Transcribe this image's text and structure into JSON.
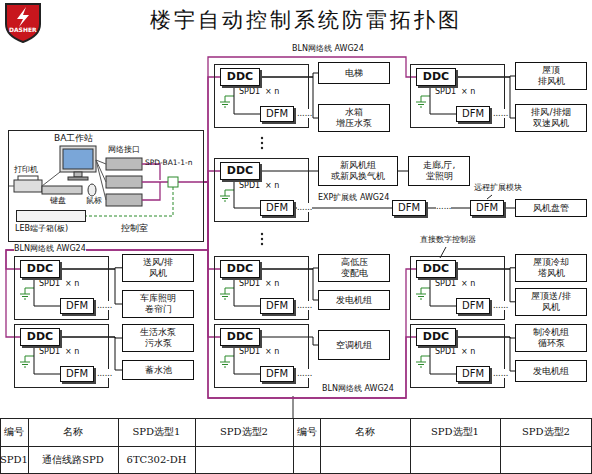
{
  "diagram": {
    "title": "楼宇自动控制系统防雷拓扑图",
    "nodes": [
      {
        "text": [
          "控制室"
        ]
      },
      {
        "text": [
          "LEB端子箱(板)"
        ],
        "in": 0
      },
      {
        "text": [
          "SPD1",
          "× n",
          "......"
        ]
      },
      {
        "text": [
          "DDC"
        ],
        "in": 2
      },
      {
        "text": [
          "DFM"
        ],
        "in": 2
      },
      {
        "text": [
          "电梯"
        ]
      },
      {
        "text": [
          "水箱 增压水泵"
        ]
      },
      {
        "text": [
          "SPD1",
          "× n",
          "......"
        ]
      },
      {
        "text": [
          "DDC"
        ],
        "in": 7
      },
      {
        "text": [
          "DFM"
        ],
        "in": 7
      },
      {
        "text": [
          "屋顶 排风机"
        ]
      },
      {
        "text": [
          "排风/排烟 双速风机"
        ]
      },
      {
        "text": [
          "SPD1",
          "× n",
          "......"
        ]
      },
      {
        "text": [
          "DDC"
        ],
        "in": 12
      },
      {
        "text": [
          "DFM"
        ],
        "in": 12
      },
      {
        "text": [
          "新风机组 或新风换气机"
        ]
      },
      {
        "text": [
          "走廊,厅, 堂照明"
        ]
      },
      {
        "text": [
          "DFM"
        ]
      },
      {
        "text": [
          "DFM"
        ]
      },
      {
        "text": [
          "风机盘管"
        ]
      },
      {
        "text": [
          "SPD1",
          "× n",
          "......"
        ]
      },
      {
        "text": [
          "DDC"
        ],
        "in": 20
      },
      {
        "text": [
          "DFM"
        ],
        "in": 20
      },
      {
        "text": [
          "送风/排 风机"
        ]
      },
      {
        "text": [
          "车库照明 卷帘门"
        ]
      },
      {
        "text": [
          "SPD1",
          "× n",
          "......"
        ]
      },
      {
        "text": [
          "DDC"
        ],
        "in": 25
      },
      {
        "text": [
          "DFM"
        ],
        "in": 25
      },
      {
        "text": [
          "生活水泵 污水泵"
        ]
      },
      {
        "text": [
          "蓄水池"
        ]
      },
      {
        "text": [
          "SPD1",
          "× n",
          "......"
        ]
      },
      {
        "text": [
          "DDC"
        ],
        "in": 30
      },
      {
        "text": [
          "DFM"
        ],
        "in": 30
      },
      {
        "text": [
          "高低压 变配电"
        ]
      },
      {
        "text": [
          "发电机组"
        ]
      },
      {
        "text": [
          "SPD1",
          "× n",
          "......"
        ]
      },
      {
        "text": [
          "DDC"
        ],
        "in": 35
      },
      {
        "text": [
          "DFM"
        ],
        "in": 35
      },
      {
        "text": [
          "空调机组"
        ]
      },
      {
        "text": [
          "SPD1",
          "× n",
          "......"
        ]
      },
      {
        "text": [
          "DDC"
        ],
        "in": 39
      },
      {
        "text": [
          "DFM"
        ],
        "in": 39
      },
      {
        "text": [
          "屋顶冷却 塔风机"
        ]
      },
      {
        "text": [
          "屋顶送/排 风机"
        ]
      },
      {
        "text": [
          "SPD1",
          "× n",
          "......"
        ]
      },
      {
        "text": [
          "DDC"
        ],
        "in": 44
      },
      {
        "text": [
          "DFM"
        ],
        "in": 44
      },
      {
        "text": [
          "制冷机组 循环泵"
        ]
      },
      {
        "text": [
          "发电机组"
        ]
      }
    ],
    "edges": [
      {
        "from": 0,
        "to": 3,
        "arrow": "none"
      },
      {
        "from": 0,
        "to": 8,
        "arrow": "none"
      },
      {
        "from": 0,
        "to": 13,
        "arrow": "none"
      },
      {
        "from": 0,
        "to": 21,
        "arrow": "none"
      },
      {
        "from": 0,
        "to": 26,
        "arrow": "none"
      },
      {
        "from": 0,
        "to": 31,
        "arrow": "none"
      },
      {
        "from": 0,
        "to": 36,
        "arrow": "none"
      },
      {
        "from": 0,
        "to": 40,
        "arrow": "none"
      },
      {
        "from": 0,
        "to": 45,
        "arrow": "none"
      },
      {
        "from": 3,
        "to": 4,
        "arrow": "none"
      },
      {
        "from": 3,
        "to": 5,
        "arrow": "none"
      },
      {
        "from": 3,
        "to": 6,
        "arrow": "none"
      },
      {
        "from": 8,
        "to": 9,
        "arrow": "none"
      },
      {
        "from": 8,
        "to": 10,
        "arrow": "none"
      },
      {
        "from": 8,
        "to": 11,
        "arrow": "none"
      },
      {
        "from": 13,
        "to": 14,
        "arrow": "none"
      },
      {
        "from": 13,
        "to": 15,
        "arrow": "none"
      },
      {
        "from": 15,
        "to": 16,
        "arrow": "none"
      },
      {
        "from": 14,
        "to": 17,
        "label": "EXP扩展线 AWG24",
        "arrow": "none"
      },
      {
        "from": 17,
        "to": 18,
        "arrow": "none"
      },
      {
        "from": 18,
        "to": 19,
        "arrow": "none"
      },
      {
        "from": 21,
        "to": 22,
        "arrow": "none"
      },
      {
        "from": 21,
        "to": 23,
        "arrow": "none"
      },
      {
        "from": 21,
        "to": 24,
        "arrow": "none"
      },
      {
        "from": 26,
        "to": 27,
        "arrow": "none"
      },
      {
        "from": 26,
        "to": 28,
        "arrow": "none"
      },
      {
        "from": 26,
        "to": 29,
        "arrow": "none"
      },
      {
        "from": 31,
        "to": 32,
        "arrow": "none"
      },
      {
        "from": 31,
        "to": 33,
        "arrow": "none"
      },
      {
        "from": 31,
        "to": 34,
        "arrow": "none"
      },
      {
        "from": 36,
        "to": 37,
        "arrow": "none"
      },
      {
        "from": 36,
        "to": 38,
        "arrow": "none"
      },
      {
        "from": 40,
        "to": 41,
        "arrow": "none"
      },
      {
        "from": 40,
        "to": 42,
        "arrow": "none"
      },
      {
        "from": 40,
        "to": 43,
        "arrow": "none"
      },
      {
        "from": 45,
        "to": 46,
        "arrow": "none"
      },
      {
        "from": 45,
        "to": 47,
        "arrow": "none"
      },
      {
        "from": 45,
        "to": 48,
        "arrow": "none"
      }
    ],
    "labels": [
      "DASHER",
      "BA工作站",
      "网络接口",
      "SPD-BA1-1-n",
      "打印机",
      "键盘",
      "鼠标",
      "BLN网络线 AWG24",
      "BLN网络线 AWG24",
      "BLN网络线 AWG24",
      "远程扩展模块",
      "直接数字控制器",
      "......",
      "编号",
      "名称",
      "SPD选型1",
      "SPD选型2",
      "编号",
      "名称",
      "SPD选型1",
      "SPD选型2",
      "SPD1",
      "通信线路SPD",
      "6TC302-DH"
    ]
  }
}
